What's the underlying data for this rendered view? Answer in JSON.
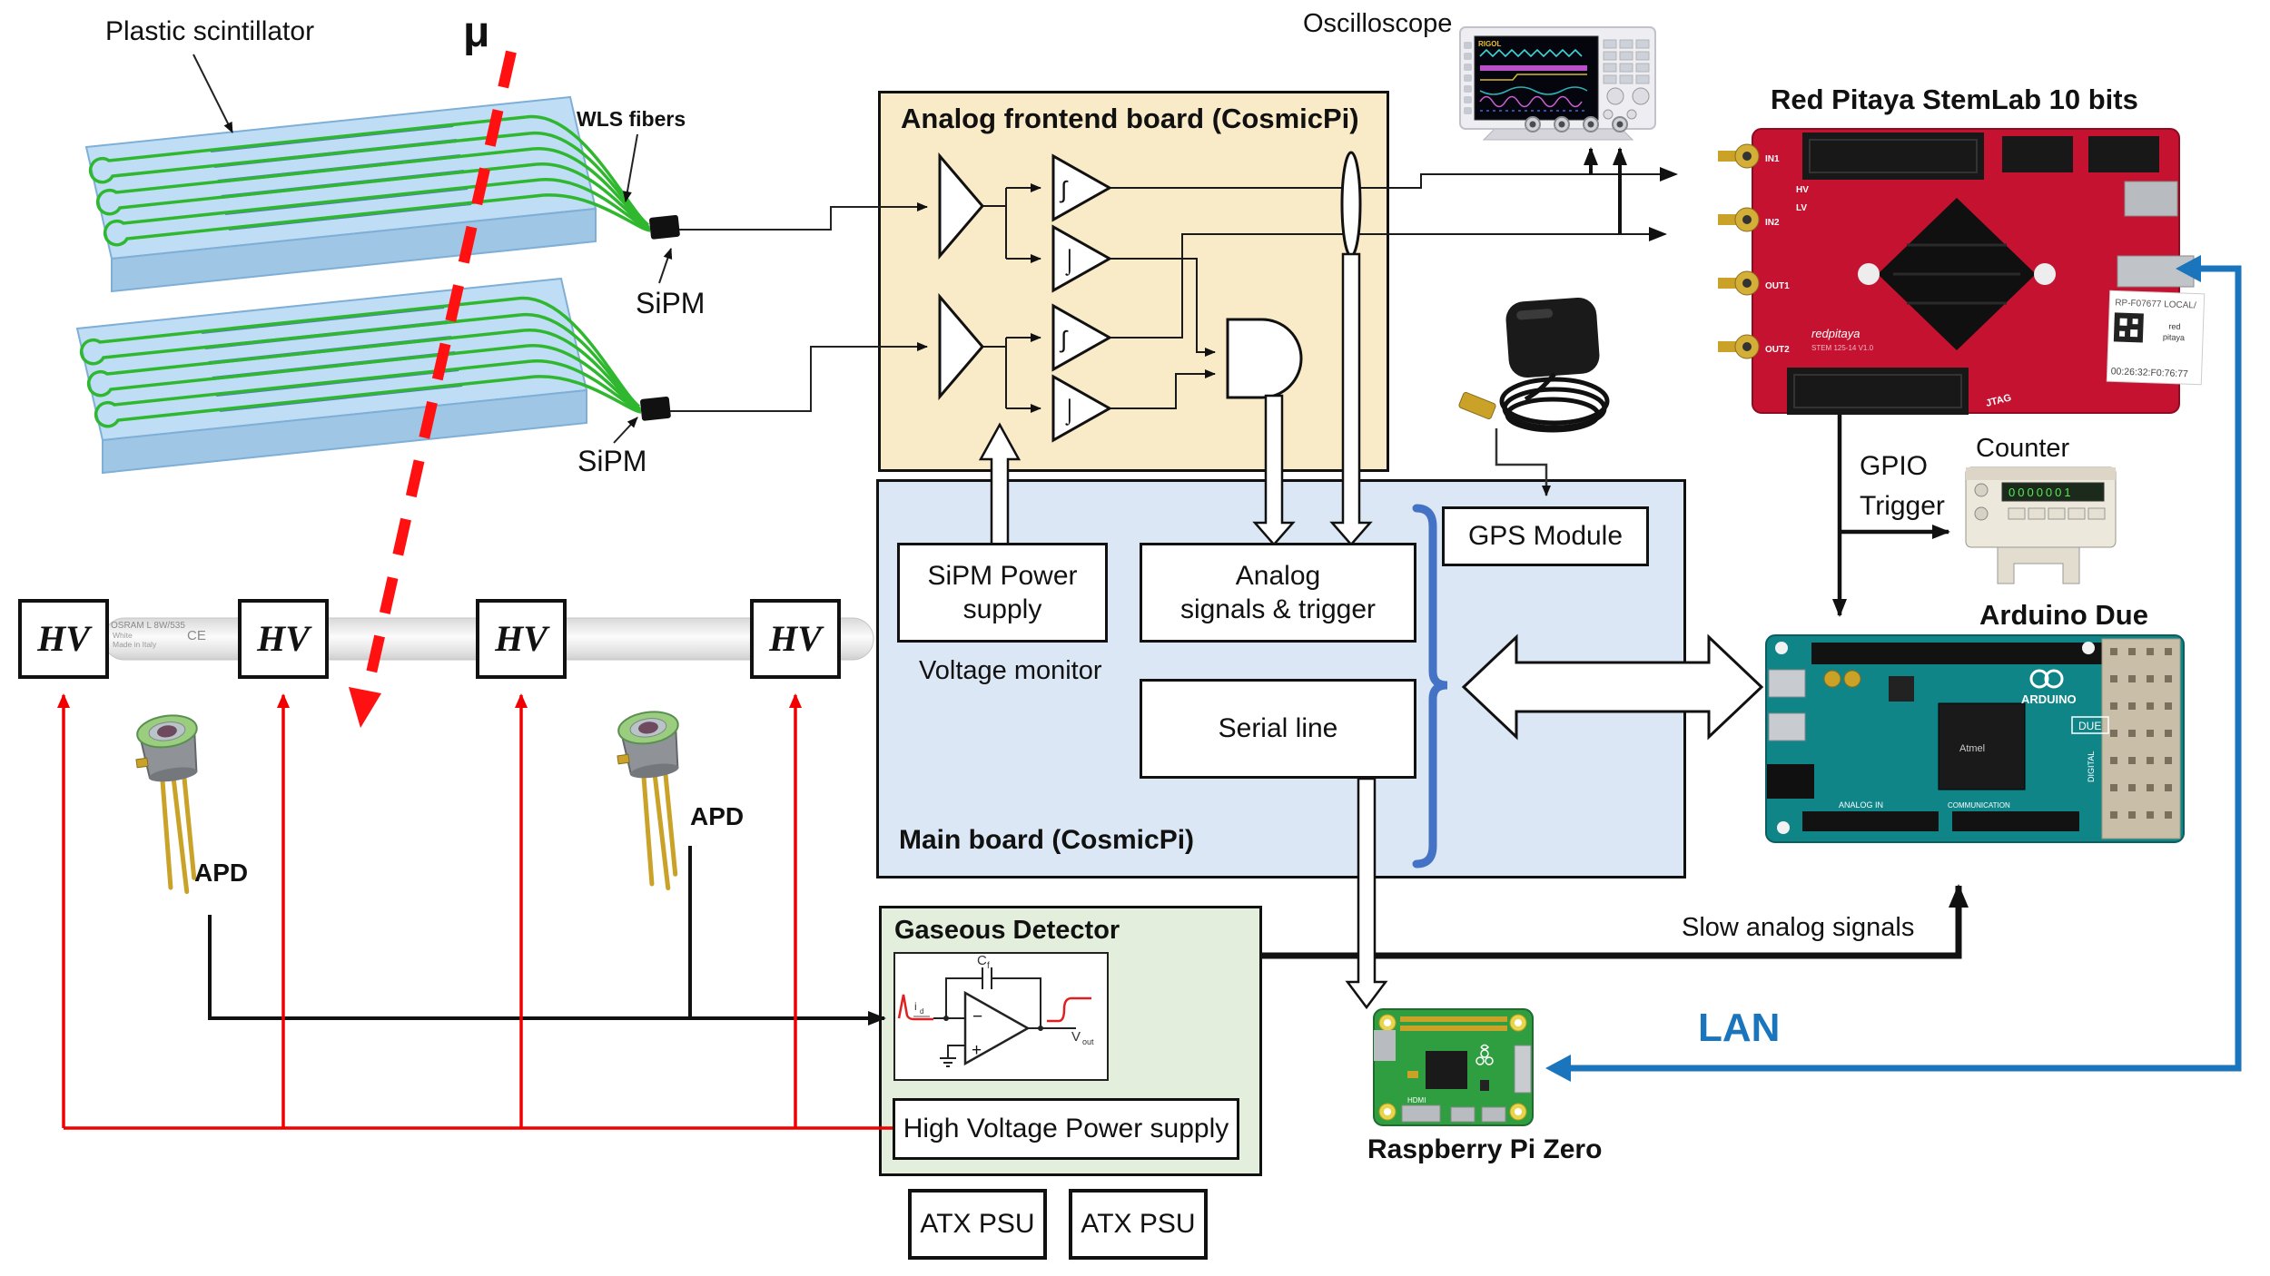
{
  "colors": {
    "frontend_bg": "#FAEBC8",
    "mainboard_bg": "#DBE7F5",
    "gaseous_bg": "#E3EFDC",
    "signal_red": "#F00000",
    "lan_blue": "#1B75BC",
    "bracket_blue": "#4472C4"
  },
  "scintillator": {
    "label": "Plastic scintillator",
    "muon_label": "μ",
    "wls_label": "WLS fibers",
    "sipm_top_label": "SiPM",
    "sipm_bottom_label": "SiPM"
  },
  "tube": {
    "line1": "OSRAM L 8W/535",
    "line2": "White",
    "line3": "Made in Italy",
    "ce": "CE"
  },
  "hv": [
    "HV",
    "HV",
    "HV",
    "HV"
  ],
  "apd": {
    "label_left": "APD",
    "label_right": "APD"
  },
  "frontend": {
    "title": "Analog frontend board (CosmicPi)",
    "comp1": "∫",
    "comp2": "⌡",
    "comp3": "∫",
    "comp4": "⌡"
  },
  "oscilloscope": {
    "label": "Oscilloscope",
    "brand": "RIGOL"
  },
  "red_pitaya": {
    "label": "Red Pitaya StemLab 10 bits",
    "sticker_line1": "RP-F07677 LOCAL/",
    "sticker_brand1": "red",
    "sticker_brand2": "pitaya",
    "sticker_mac": "00:26:32:F0:76:77",
    "jtag": "JTAG",
    "in1": "IN1",
    "in2": "IN2",
    "out1": "OUT1",
    "out2": "OUT2",
    "hv": "HV",
    "lv": "LV",
    "logo": "redpitaya",
    "silk": "STEM 125-14 V1.0"
  },
  "gps": {
    "module_label": "GPS Module"
  },
  "main_board": {
    "title": "Main board (CosmicPi)",
    "sipm_power_line1": "SiPM Power",
    "sipm_power_line2": "supply",
    "voltage_monitor": "Voltage monitor",
    "analog_line1": "Analog",
    "analog_line2": "signals & trigger",
    "serial": "Serial line"
  },
  "arduino": {
    "label": "Arduino Due",
    "gpio_line1": "GPIO",
    "gpio_line2": "Trigger",
    "counter_label": "Counter",
    "counter_display": "0000001",
    "silk_name": "ARDUINO",
    "silk_due": "DUE",
    "silk_chip": "Atmel",
    "silk_analog": "ANALOG IN",
    "silk_comm": "COMMUNICATION",
    "silk_digital": "DIGITAL"
  },
  "gaseous": {
    "title": "Gaseous Detector",
    "hvps": "High Voltage Power supply",
    "cf_main": "C",
    "cf_sub": "f",
    "id_main": "i",
    "id_sub": "d",
    "vout_main": "V",
    "vout_sub": "out",
    "minus": "−",
    "plus": "+"
  },
  "atx": [
    "ATX PSU",
    "ATX PSU"
  ],
  "raspberry": {
    "label": "Raspberry Pi Zero",
    "hdmi": "HDMI"
  },
  "connections": {
    "slow": "Slow analog signals",
    "lan": "LAN"
  }
}
